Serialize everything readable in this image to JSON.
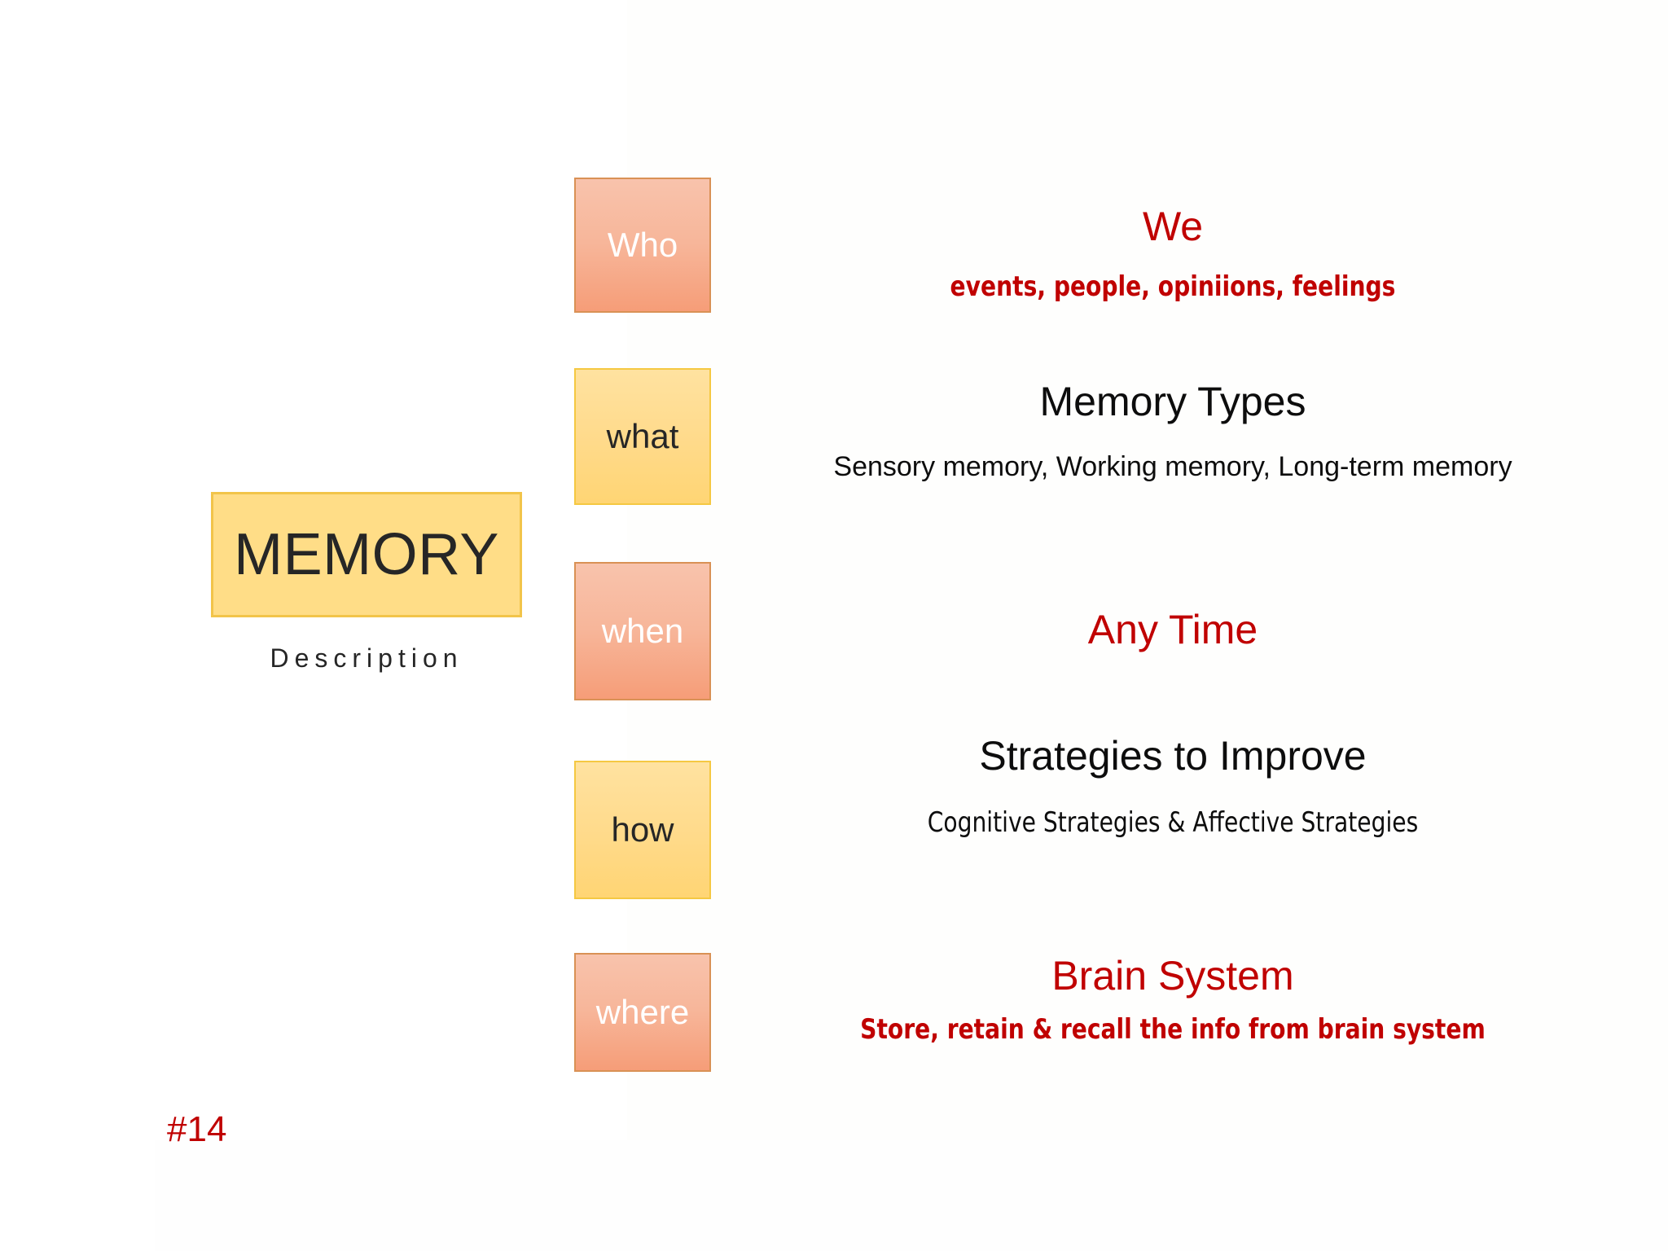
{
  "slide": {
    "number_label": "#14",
    "accent_red": "#C00000",
    "accent_yellow": "#FFD574",
    "accent_salmon": "#F69D78",
    "text_dark": "#262626"
  },
  "subject": {
    "title": "MEMORY",
    "caption": "Description"
  },
  "rows": [
    {
      "key": "who",
      "box_label": "Who",
      "box_style": "salmon",
      "title": "We",
      "title_color": "#C00000",
      "subtitle": "events, people, opiniions, feelings",
      "subtitle_color": "#C00000"
    },
    {
      "key": "what",
      "box_label": "what",
      "box_style": "yellow",
      "title": "Memory Types",
      "title_color": "#0D0D0D",
      "subtitle": "Sensory memory, Working memory, Long-term memory",
      "subtitle_color": "#0D0D0D"
    },
    {
      "key": "when",
      "box_label": "when",
      "box_style": "salmon",
      "title": "Any Time",
      "title_color": "#C00000",
      "subtitle": "",
      "subtitle_color": "#C00000"
    },
    {
      "key": "how",
      "box_label": "how",
      "box_style": "yellow",
      "title": "Strategies to Improve",
      "title_color": "#0D0D0D",
      "subtitle": "Cognitive Strategies & Affective Strategies",
      "subtitle_color": "#0D0D0D"
    },
    {
      "key": "where",
      "box_label": "where",
      "box_style": "salmon",
      "title": "Brain System",
      "title_color": "#C00000",
      "subtitle": "Store, retain & recall the info from brain system",
      "subtitle_color": "#C00000"
    }
  ]
}
